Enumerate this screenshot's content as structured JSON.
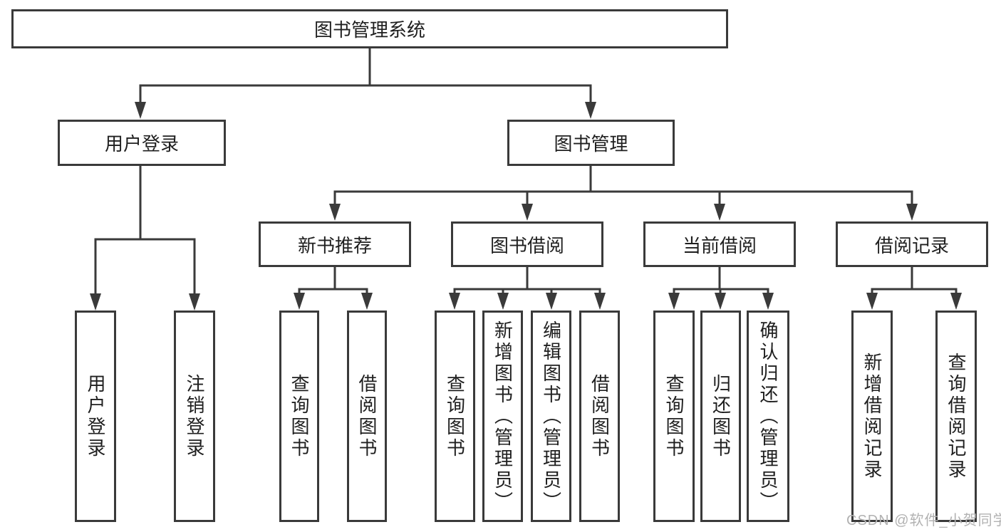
{
  "diagram_type": "hierarchy-tree",
  "colors": {
    "line": "#3a3a3a",
    "box_border": "#3a3a3a",
    "box_fill": "#ffffff",
    "text": "#1f1f1f",
    "watermark": "#b2b2b2",
    "background": "#ffffff"
  },
  "tree": {
    "label": "图书管理系统",
    "children": [
      {
        "label": "用户登录",
        "children": [
          {
            "label": "用户登录"
          },
          {
            "label": "注销登录"
          }
        ]
      },
      {
        "label": "图书管理",
        "children": [
          {
            "label": "新书推荐",
            "children": [
              {
                "label": "查询图书"
              },
              {
                "label": "借阅图书"
              }
            ]
          },
          {
            "label": "图书借阅",
            "children": [
              {
                "label": "查询图书"
              },
              {
                "label": "新增图书（管理员）"
              },
              {
                "label": "编辑图书（管理员）"
              },
              {
                "label": "借阅图书"
              }
            ]
          },
          {
            "label": "当前借阅",
            "children": [
              {
                "label": "查询图书"
              },
              {
                "label": "归还图书"
              },
              {
                "label": "确认归还（管理员）"
              }
            ]
          },
          {
            "label": "借阅记录",
            "children": [
              {
                "label": "新增借阅记录"
              },
              {
                "label": "查询借阅记录"
              }
            ]
          }
        ]
      }
    ]
  },
  "watermark": {
    "text": "CSDN @软件_小贺同学"
  }
}
